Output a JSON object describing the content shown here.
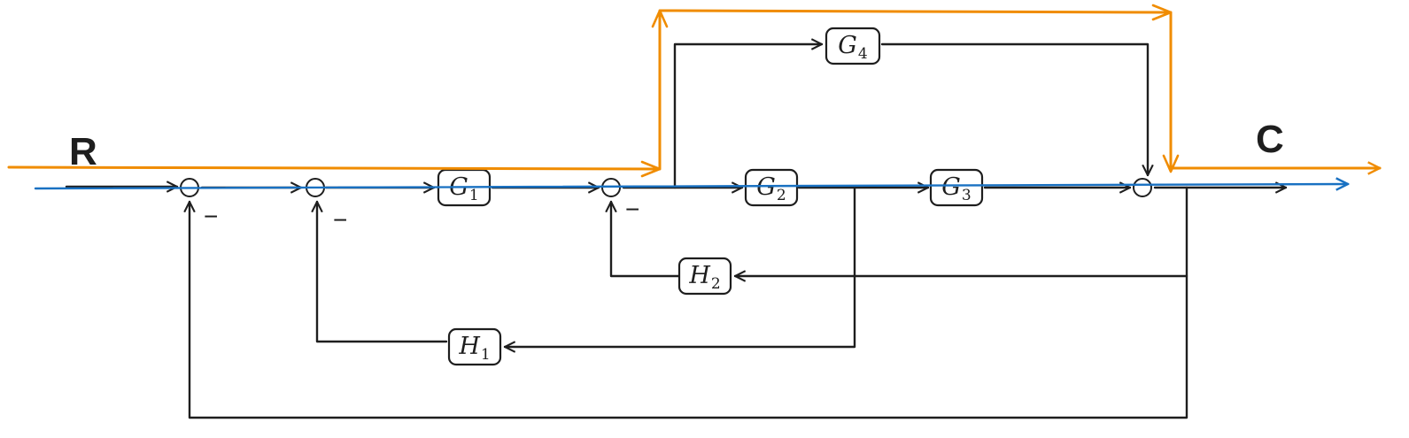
{
  "signals": {
    "input": "R",
    "output": "C"
  },
  "blocks": {
    "G1": {
      "name": "G",
      "sub": "1"
    },
    "G2": {
      "name": "G",
      "sub": "2"
    },
    "G3": {
      "name": "G",
      "sub": "3"
    },
    "G4": {
      "name": "G",
      "sub": "4"
    },
    "H1": {
      "name": "H",
      "sub": "1"
    },
    "H2": {
      "name": "H",
      "sub": "2"
    }
  },
  "signs": {
    "sj1": "−",
    "sj2": "−",
    "sj3": "−"
  },
  "colors": {
    "wire": "#1e1e1e",
    "forward_path_highlight": "#1971c2",
    "feedforward_path_highlight": "#f08c00"
  }
}
